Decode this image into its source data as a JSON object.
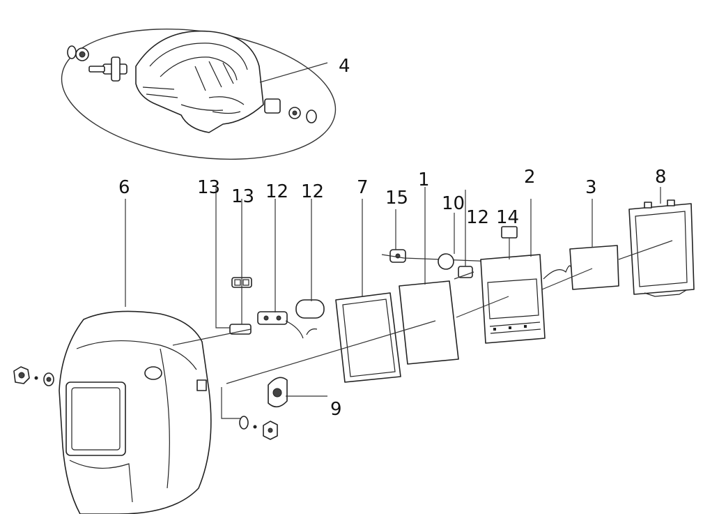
{
  "callouts": {
    "c4": "4",
    "c6": "6",
    "c13a": "13",
    "c13b": "13",
    "c12a": "12",
    "c12b": "12",
    "c7": "7",
    "c15": "15",
    "c1": "1",
    "c10": "10",
    "c12c": "12",
    "c14": "14",
    "c2": "2",
    "c3": "3",
    "c8": "8",
    "c9": "9"
  }
}
